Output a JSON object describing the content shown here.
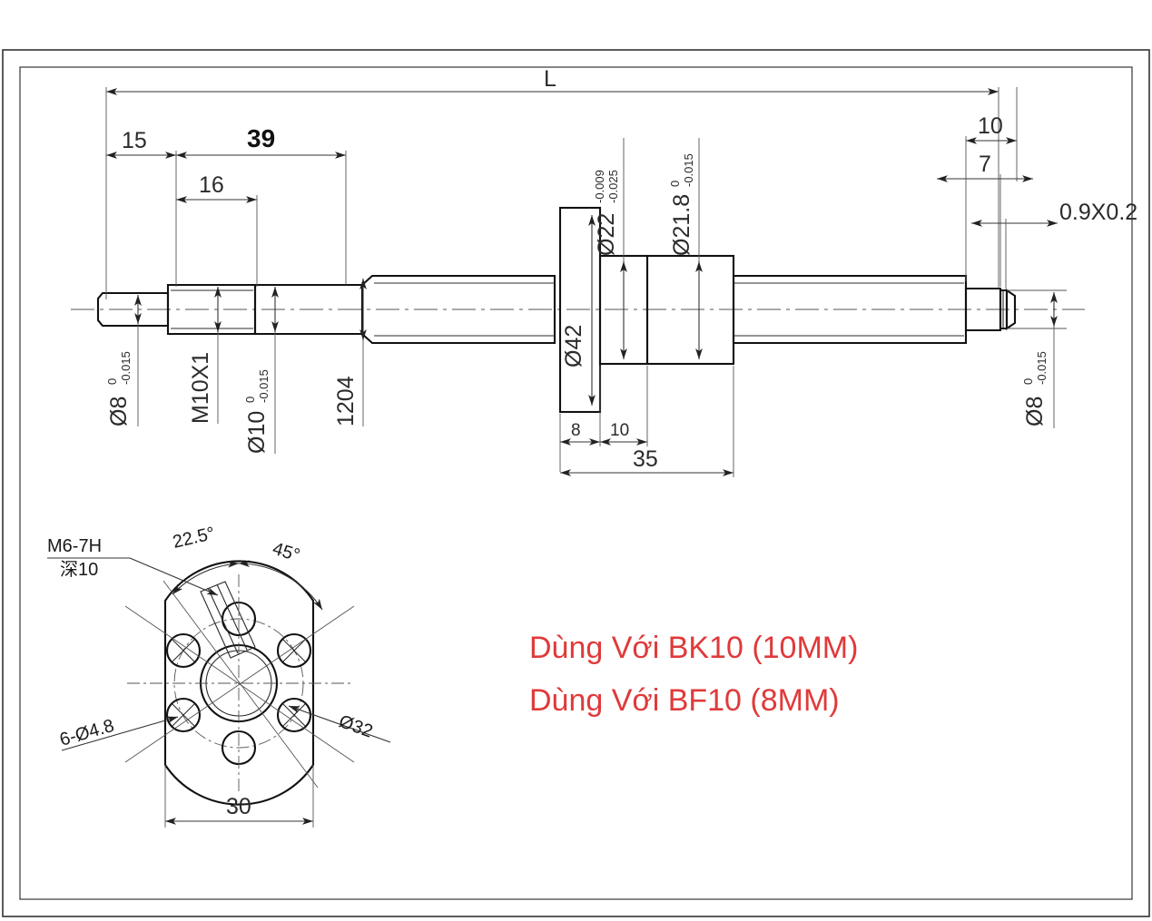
{
  "sheet": {
    "background_color": "#ffffff",
    "line_color": "#1a1a1a",
    "note_color": "#e03a3a"
  },
  "notes": {
    "line1": "Dùng Với BK10 (10MM)",
    "line2": "Dùng Với BF10 (8MM)"
  },
  "main_view": {
    "overall_label": "L",
    "dimensions": {
      "d15": "15",
      "d39": "39",
      "d16": "16",
      "d1204": "1204",
      "d10_right": "10",
      "d7_right": "7",
      "chamfer": "0.9X0.2",
      "d8_left": "Ø8",
      "d8_left_tol_top": "0",
      "d8_left_tol_bot": "-0.015",
      "thread": "M10X1",
      "d10": "Ø10",
      "d10_tol_top": "0",
      "d10_tol_bot": "-0.015",
      "d42": "Ø42",
      "d22": "Ø22",
      "d22_tol_top": "-0.009",
      "d22_tol_bot": "-0.025",
      "d218": "Ø21.8",
      "d218_tol_top": "0",
      "d218_tol_bot": "-0.015",
      "d8_right": "Ø8",
      "d8_right_tol_top": "0",
      "d8_right_tol_bot": "-0.015",
      "nut_8": "8",
      "nut_10": "10",
      "nut_35": "35"
    }
  },
  "flange_view": {
    "callouts": {
      "thread_spec": "M6-7H",
      "thread_depth": "深10",
      "holes": "6-Ø4.8",
      "bolt_circle": "Ø32",
      "angle_a": "22.5°",
      "angle_b": "45°",
      "width": "30"
    }
  }
}
